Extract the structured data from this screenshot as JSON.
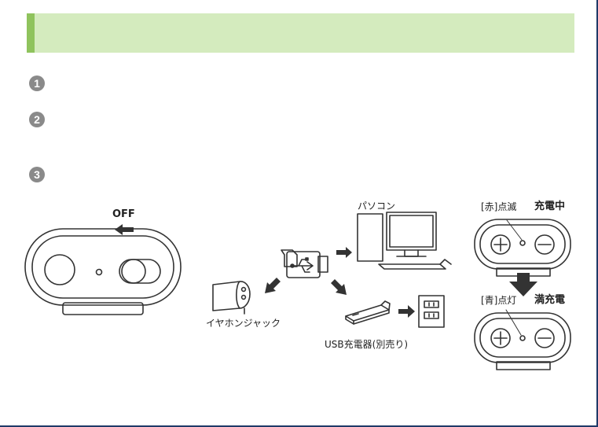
{
  "steps": [
    "1",
    "2",
    "3"
  ],
  "labels": {
    "off": "OFF",
    "pc": "パソコン",
    "earphone_jack": "イヤホンジャック",
    "usb_charger": "USB充電器(別売り)",
    "red_blink": "[赤]点滅",
    "charging": "充電中",
    "blue_on": "[青]点灯",
    "full_charge": "満充電"
  },
  "colors": {
    "banner": "#d4ebbe",
    "banner_accent": "#8fc35d",
    "step_badge": "#8a8a8a",
    "frame": "#1f3a68",
    "line": "#333333"
  }
}
